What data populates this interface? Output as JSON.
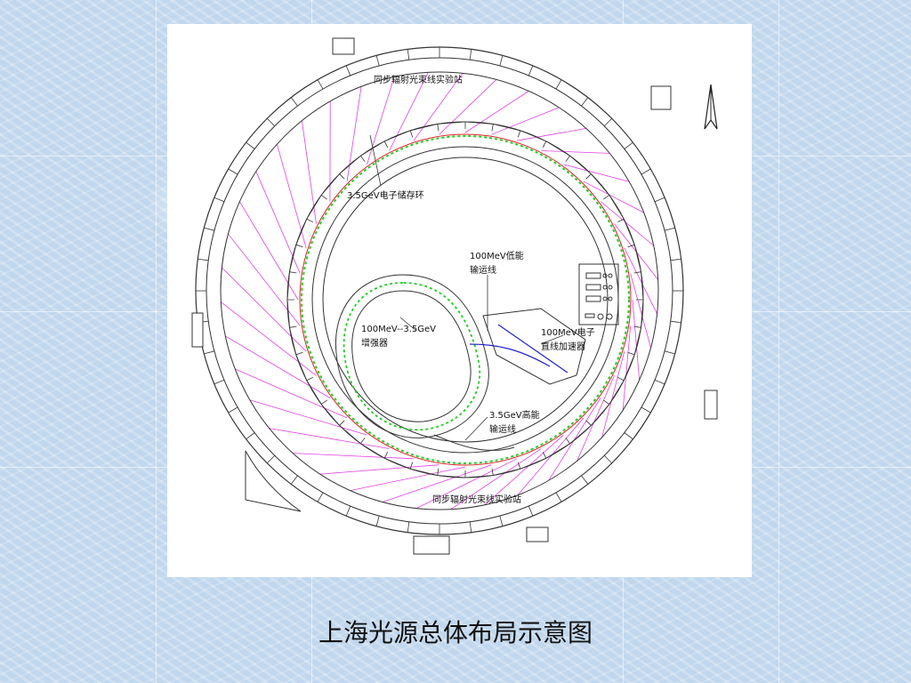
{
  "caption": "上海光源总体布局示意图",
  "diagram": {
    "labels": {
      "beamline_top": "同步辐射光束线实验站",
      "beamline_bottom": "同步辐射光束线实验站",
      "storage_ring": "3.5GeV电子储存环",
      "ltb_line_1": "100MeV低能",
      "ltb_line_2": "输运线",
      "booster_1": "100MeV--3.5GeV",
      "booster_2": "增强器",
      "linac_1": "100MeV电子",
      "linac_2": "直线加速器",
      "bts_line_1": "3.5GeV高能",
      "bts_line_2": "输运线"
    },
    "colors": {
      "lines": "#333333",
      "beamlines": "#e040e0",
      "magnets_green": "#22cc22",
      "magnets_red": "#dd2222",
      "magnets_blue": "#2222cc"
    },
    "icons": [
      "north-arrow-icon"
    ]
  }
}
